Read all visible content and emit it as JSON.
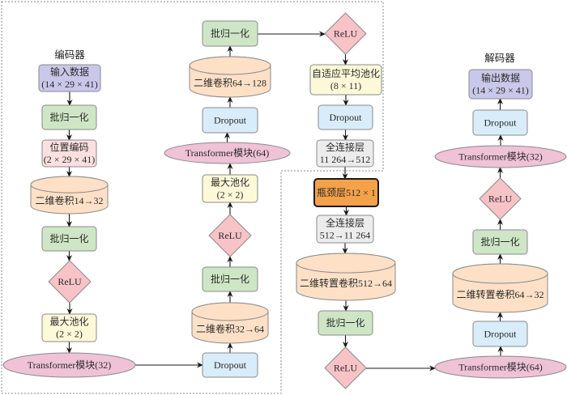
{
  "colors": {
    "io": "#c9c8ea",
    "batchnorm": "#cfe6c6",
    "posenc": "#fbe0df",
    "conv": "#fde0c6",
    "relu": "#f7c3c7",
    "pool": "#fdf9d8",
    "transformer": "#efc2d6",
    "dropout": "#d8ecf9",
    "fc": "#ececec",
    "bottleneck": "#f5a14a",
    "stroke": "#8a8a8a",
    "arrow": "#1a1a1a",
    "region_border": "#8a8a8a"
  },
  "labels": {
    "encoder": "编码器",
    "decoder": "解码器"
  },
  "encoder": {
    "col1": {
      "input": [
        "输入数据",
        "(14 × 29 × 41)"
      ],
      "bn1": [
        "批归一化"
      ],
      "posenc": [
        "位置编码",
        "(2 × 29 × 41)"
      ],
      "conv1": [
        "二维卷积14→32"
      ],
      "bn2": [
        "批归一化"
      ],
      "relu1": [
        "ReLU"
      ],
      "pool1": [
        "最大池化",
        "(2 × 2)"
      ],
      "trans1": [
        "Transformer模块(32)"
      ]
    },
    "col2": {
      "dropout1": [
        "Dropout"
      ],
      "conv2": [
        "二维卷积32→64"
      ],
      "bn3": [
        "批归一化"
      ],
      "relu2": [
        "ReLU"
      ],
      "pool2": [
        "最大池化",
        "(2 × 2)"
      ],
      "trans2": [
        "Transformer模块(64)"
      ],
      "dropout2": [
        "Dropout"
      ],
      "conv3": [
        "二维卷积64→128"
      ],
      "bn4": [
        "批归一化"
      ]
    },
    "col3": {
      "relu3": [
        "ReLU"
      ],
      "adapool": [
        "自适应平均池化",
        "(8 × 11)"
      ],
      "dropout3": [
        "Dropout"
      ],
      "fc1": [
        "全连接层",
        "11 264→512"
      ]
    }
  },
  "bottleneck": [
    "瓶颈层512 × 1"
  ],
  "decoder": {
    "col3": {
      "fc2": [
        "全连接层",
        "512→11 264"
      ],
      "deconv1": [
        "二维转置卷积512→64"
      ],
      "bn5": [
        "批归一化"
      ],
      "relu4": [
        "ReLU"
      ]
    },
    "col4": {
      "trans3": [
        "Transformer模块(64)"
      ],
      "dropout4": [
        "Dropout"
      ],
      "deconv2": [
        "二维转置卷积64→32"
      ],
      "bn6": [
        "批归一化"
      ],
      "relu5": [
        "ReLU"
      ],
      "trans4": [
        "Transformer模块(32)"
      ],
      "dropout5": [
        "Dropout"
      ],
      "output": [
        "输出数据",
        "(14 × 29 × 41)"
      ]
    }
  }
}
